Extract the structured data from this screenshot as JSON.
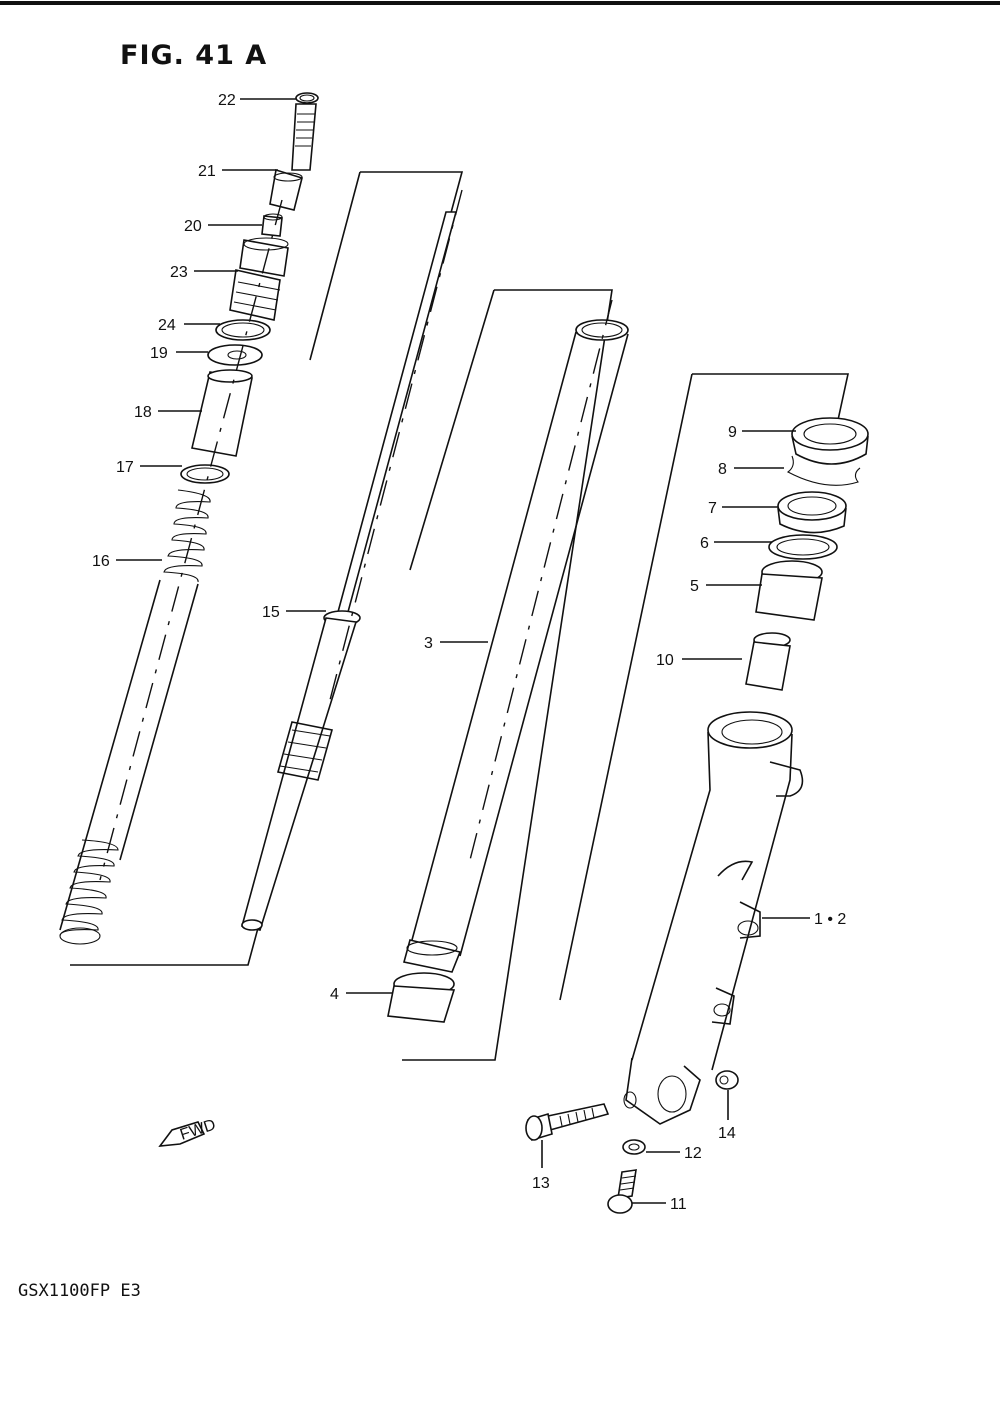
{
  "figure": {
    "title": "FIG. 41 A",
    "model": "GSX1100FP  E3",
    "fwd_label": "FWD"
  },
  "callouts": [
    {
      "id": "22",
      "text": "22"
    },
    {
      "id": "21",
      "text": "21"
    },
    {
      "id": "20",
      "text": "20"
    },
    {
      "id": "23",
      "text": "23"
    },
    {
      "id": "24",
      "text": "24"
    },
    {
      "id": "19",
      "text": "19"
    },
    {
      "id": "18",
      "text": "18"
    },
    {
      "id": "17",
      "text": "17"
    },
    {
      "id": "16",
      "text": "16"
    },
    {
      "id": "15",
      "text": "15"
    },
    {
      "id": "3",
      "text": "3"
    },
    {
      "id": "4",
      "text": "4"
    },
    {
      "id": "9",
      "text": "9"
    },
    {
      "id": "8",
      "text": "8"
    },
    {
      "id": "7",
      "text": "7"
    },
    {
      "id": "6",
      "text": "6"
    },
    {
      "id": "5",
      "text": "5"
    },
    {
      "id": "10",
      "text": "10"
    },
    {
      "id": "1-2",
      "text": "1 • 2"
    },
    {
      "id": "14",
      "text": "14"
    },
    {
      "id": "12",
      "text": "12"
    },
    {
      "id": "13",
      "text": "13"
    },
    {
      "id": "11",
      "text": "11"
    }
  ]
}
